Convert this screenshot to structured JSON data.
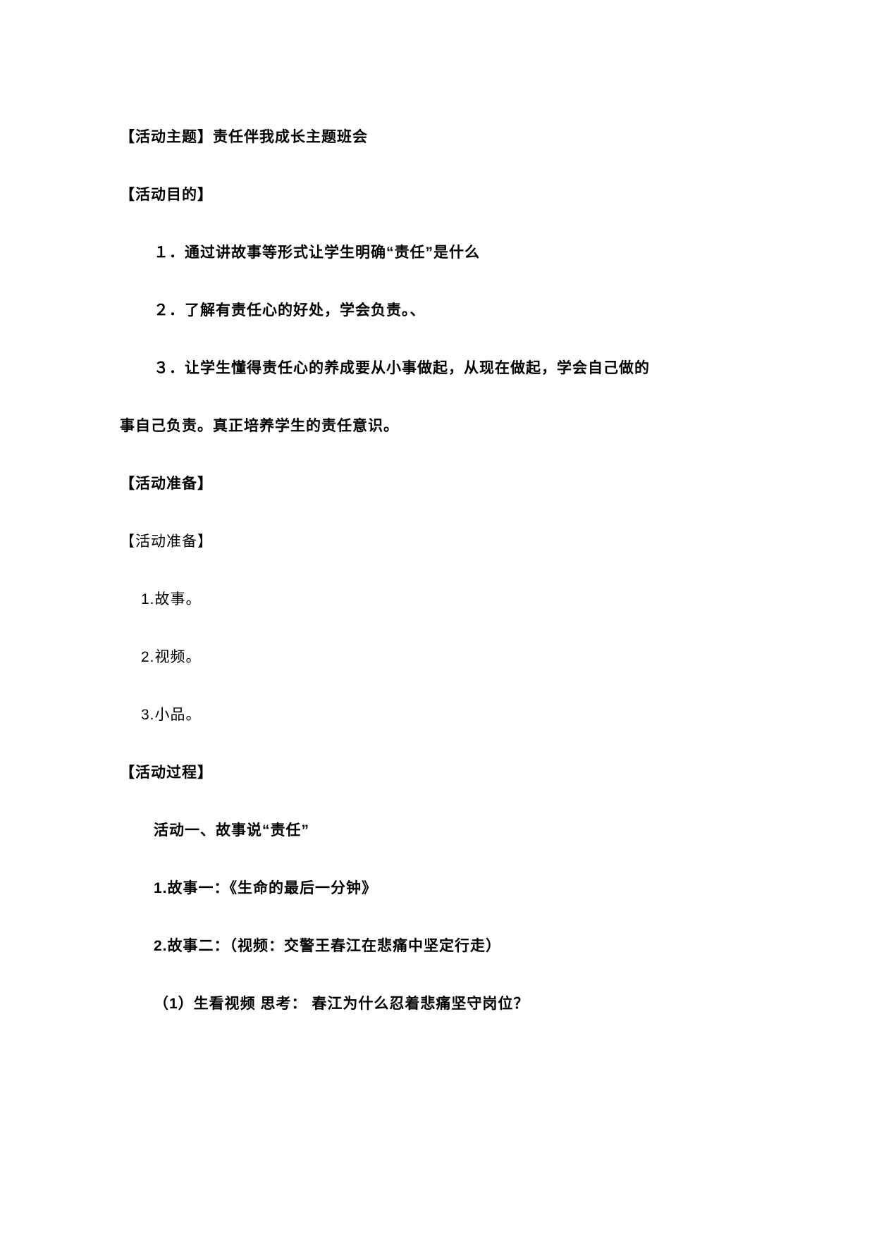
{
  "document": {
    "language": "zh-CN",
    "background_color": "#ffffff",
    "text_color": "#000000",
    "paragraphs": [
      {
        "role": "heading",
        "text": "【活动主题】责任伴我成长主题班会"
      },
      {
        "role": "heading",
        "text": "【活动目的】"
      },
      {
        "role": "list-item",
        "text": "１．通过讲故事等形式让学生明确“责任”是什么"
      },
      {
        "role": "list-item",
        "text": "２．了解有责任心的好处，学会负责。、"
      },
      {
        "role": "list-item",
        "text": "３．让学生懂得责任心的养成要从小事做起，从现在做起，学会自己做的"
      },
      {
        "role": "body",
        "text": "事自己负责。真正培养学生的责任意识。"
      },
      {
        "role": "heading",
        "text": "【活动准备】"
      },
      {
        "role": "heading",
        "text": "【活动准备】"
      },
      {
        "role": "list-item",
        "text": "1.故事。"
      },
      {
        "role": "list-item",
        "text": "2.视频。"
      },
      {
        "role": "list-item",
        "text": "3.小品。"
      },
      {
        "role": "heading",
        "text": "【活动过程】"
      },
      {
        "role": "sub-heading",
        "text": "活动一、故事说“责任”"
      },
      {
        "role": "list-item",
        "text": "1.故事一：《生命的最后一分钟》"
      },
      {
        "role": "list-item",
        "text": "2.故事二：（视频：交警王春江在悲痛中坚定行走）"
      },
      {
        "role": "list-item",
        "text": "（1）生看视频 思考： 春江为什么忍着悲痛坚守岗位？"
      }
    ]
  }
}
